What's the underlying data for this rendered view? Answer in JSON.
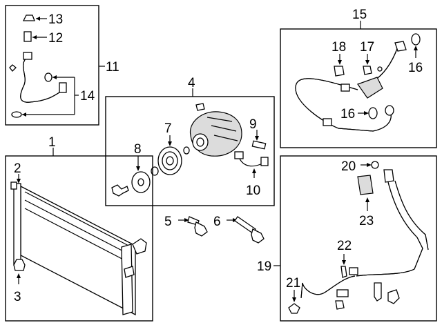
{
  "callouts": {
    "c1": "1",
    "c2": "2",
    "c3": "3",
    "c4": "4",
    "c5": "5",
    "c6": "6",
    "c7": "7",
    "c8": "8",
    "c9": "9",
    "c10": "10",
    "c11": "11",
    "c12": "12",
    "c13": "13",
    "c14": "14",
    "c15": "15",
    "c16a": "16",
    "c16b": "16",
    "c17": "17",
    "c18": "18",
    "c19": "19",
    "c20": "20",
    "c21": "21",
    "c22": "22",
    "c23": "23"
  }
}
